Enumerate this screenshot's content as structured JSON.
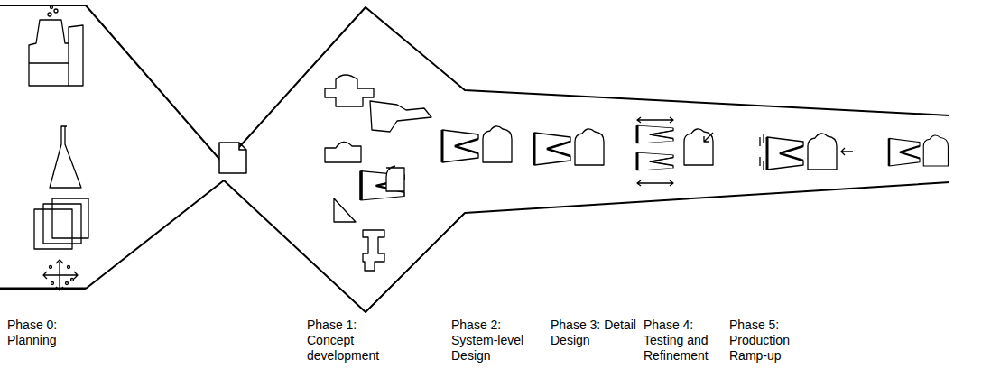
{
  "diagram": {
    "labels": [
      "Phase 0: Planning",
      "Phase 1: Concept development",
      "Phase 2: System-level Design",
      "Phase 3: Detail Design",
      "Phase 4: Testing and Refinement",
      "Phase 5: Production Ramp-up"
    ]
  }
}
